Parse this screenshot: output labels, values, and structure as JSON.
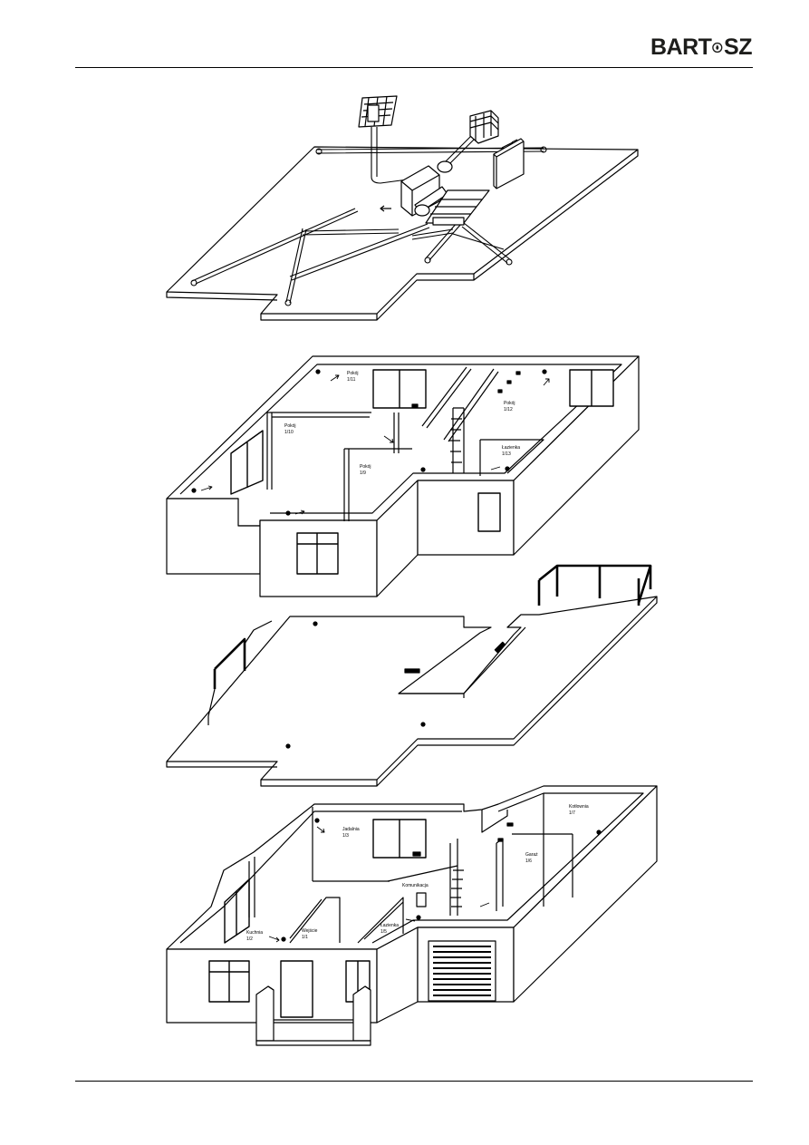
{
  "header": {
    "logo_text_left": "BART",
    "logo_text_right": "SZ",
    "logo_icon": "water-drop-circle-icon"
  },
  "drawing": {
    "attic_floor": {},
    "first_floor": {
      "rooms": [
        {
          "name": "Pokój",
          "number": "1/11"
        },
        {
          "name": "Pokój",
          "number": "1/10"
        },
        {
          "name": "Pokój",
          "number": "1/12"
        },
        {
          "name": "Łazienka",
          "number": "1/13"
        },
        {
          "name": "Pokój",
          "number": "1/9"
        }
      ]
    },
    "slab": {},
    "ground_floor": {
      "rooms": [
        {
          "name": "Kotłownia",
          "number": "1/7"
        },
        {
          "name": "Jadalnia",
          "number": "1/3"
        },
        {
          "name": "Garaż",
          "number": "1/6"
        },
        {
          "name": "Komunikacja",
          "number": ""
        },
        {
          "name": "Kuchnia",
          "number": "1/2"
        },
        {
          "name": "Wejście",
          "number": "1/1"
        },
        {
          "name": "Łazienka",
          "number": "1/5"
        }
      ]
    }
  }
}
